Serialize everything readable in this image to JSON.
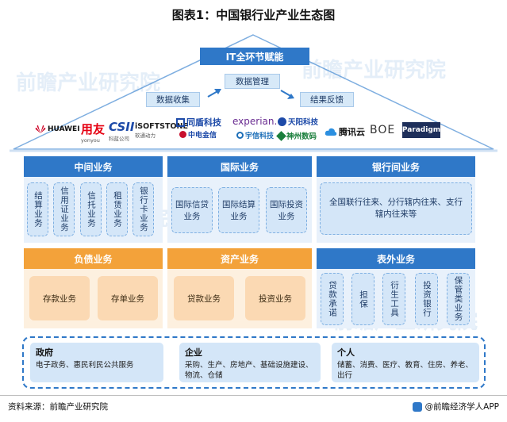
{
  "title": "图表1：中国银行业产业生态图",
  "watermark": "前瞻产业研究院",
  "top": {
    "it_label": "IT全环节赋能",
    "data_mgmt": "数据管理",
    "data_collect": "数据收集",
    "result_feedback": "结果反馈"
  },
  "logos": [
    {
      "name": "HUAWEI",
      "color": "#cf0a2c"
    },
    {
      "name": "用友",
      "sub": "yonyou",
      "color": "#e60012"
    },
    {
      "name": "CSII",
      "sub": "科蓝公司",
      "color": "#1d4aa8"
    },
    {
      "name": "iSOFTSTONE",
      "sub": "软通动力",
      "color": "#222222"
    },
    {
      "name": "同盾科技",
      "color": "#1d4aa8"
    },
    {
      "name": "中电金信",
      "color": "#c8102e"
    },
    {
      "name": "experian.",
      "color": "#6a2c91"
    },
    {
      "name": "宇信科技",
      "color": "#1d6fb8"
    },
    {
      "name": "天阳科技",
      "color": "#1d4aa8"
    },
    {
      "name": "神州数码",
      "color": "#1a7f3c"
    },
    {
      "name": "腾讯云",
      "color": "#111111"
    },
    {
      "name": "BOE",
      "color": "#333333"
    },
    {
      "name": "Paradigm",
      "color": "#ffffff"
    }
  ],
  "sections": {
    "middle": {
      "header": "中间业务",
      "items": [
        "结算业务",
        "信用证业务",
        "信托业务",
        "租赁业务",
        "银行卡业务"
      ]
    },
    "international": {
      "header": "国际业务",
      "items": [
        "国际信贷业务",
        "国际结算业务",
        "国际投资业务"
      ]
    },
    "interbank": {
      "header": "银行间业务",
      "items": [
        "全国联行往来、分行辖内往来、支行辖内往来等"
      ]
    },
    "liability": {
      "header": "负债业务",
      "items": [
        "存款业务",
        "存单业务"
      ]
    },
    "asset": {
      "header": "资产业务",
      "items": [
        "贷款业务",
        "投资业务"
      ]
    },
    "off_balance": {
      "header": "表外业务",
      "items": [
        "贷款承诺",
        "担保",
        "衍生工具",
        "投资银行",
        "保管类业务"
      ]
    }
  },
  "customers": [
    {
      "name": "政府",
      "desc": "电子政务、惠民利民公共服务"
    },
    {
      "name": "企业",
      "desc": "采购、生产、房地产、基础设施建设、物流、仓储"
    },
    {
      "name": "个人",
      "desc": "储蓄、消费、医疗、教育、住房、养老、出行"
    }
  ],
  "footer": {
    "source": "资料来源：前瞻产业研究院",
    "brand": "@前瞻经济学人APP"
  },
  "colors": {
    "blue": "#2f78c8",
    "orange": "#f3a23a",
    "light_blue": "#d4e6f8",
    "light_orange": "#fbd9b3"
  }
}
